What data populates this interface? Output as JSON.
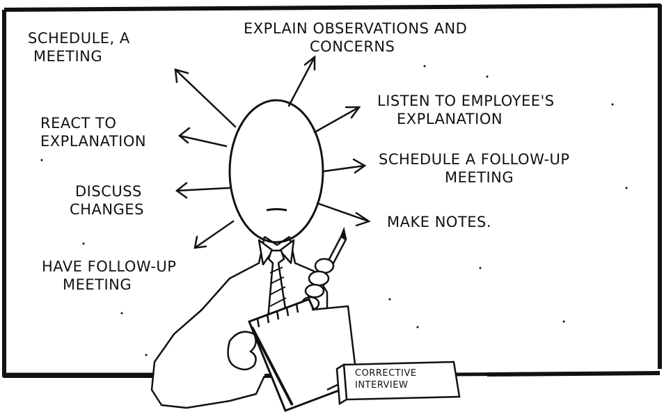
{
  "board": {
    "center_items": [
      {
        "id": "explain",
        "lines": [
          "EXPLAIN OBSERVATIONS AND",
          "CONCERNS"
        ]
      },
      {
        "id": "listen",
        "lines": [
          "LISTEN TO EMPLOYEE'S",
          "EXPLANATION"
        ]
      },
      {
        "id": "schedule_followup",
        "lines": [
          "SCHEDULE A FOLLOW-UP",
          "MEETING"
        ]
      },
      {
        "id": "make_notes",
        "lines": [
          "MAKE NOTES."
        ]
      },
      {
        "id": "schedule_meeting",
        "lines": [
          "SCHEDULE, A",
          "MEETING"
        ]
      },
      {
        "id": "react",
        "lines": [
          "REACT TO",
          "EXPLANATION"
        ]
      },
      {
        "id": "discuss",
        "lines": [
          "DISCUSS",
          "CHANGES"
        ]
      },
      {
        "id": "have_followup",
        "lines": [
          "HAVE FOLLOW-UP",
          "MEETING"
        ]
      }
    ]
  },
  "tag": {
    "lines": [
      "CORRECTIVE",
      "INTERVIEW"
    ]
  }
}
